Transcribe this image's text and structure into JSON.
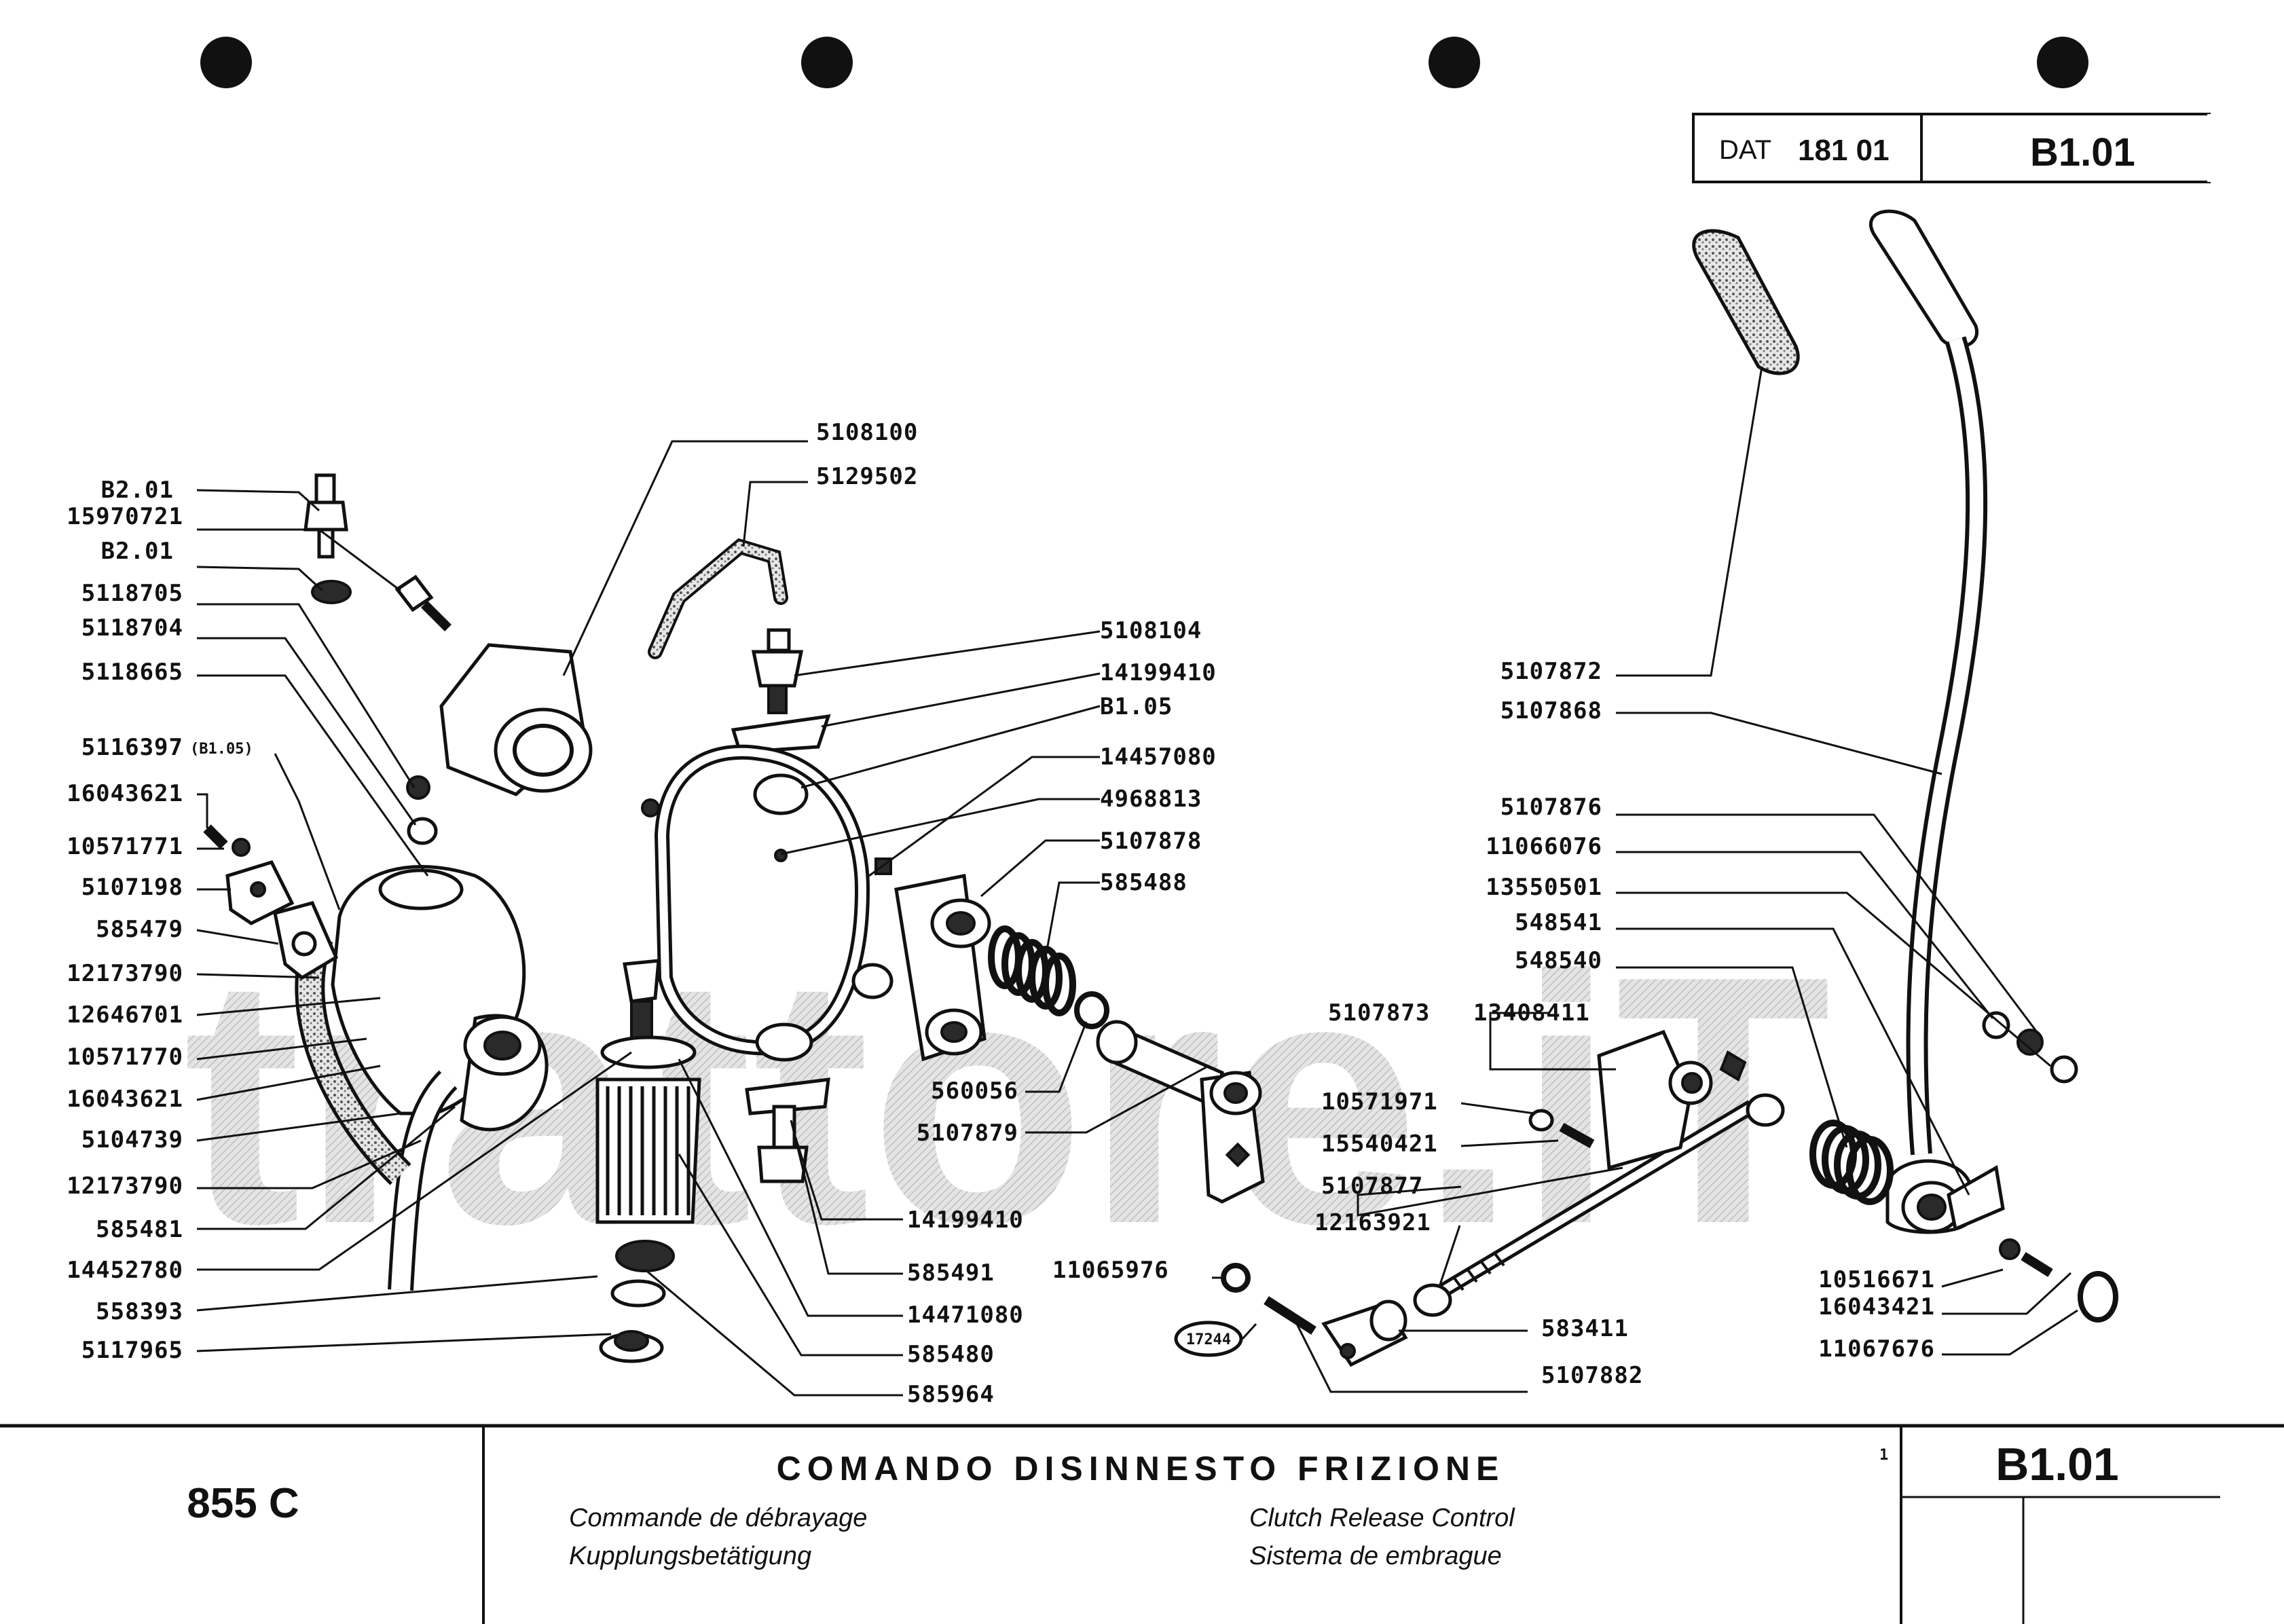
{
  "header": {
    "dat_label": "DAT",
    "dat_number": "181 01",
    "sheet_code": "B1.01"
  },
  "watermark": "trattore.iT",
  "footer": {
    "model": "855 C",
    "title_it": "COMANDO DISINNESTO FRIZIONE",
    "title_fr": "Commande de débrayage",
    "title_en": "Clutch Release Control",
    "title_de": "Kupplungsbetätigung",
    "title_es": "Sistema de embrague",
    "page_marker": "1",
    "sheet_code": "B1.01"
  },
  "callouts": {
    "left": [
      "B2.01",
      "15970721",
      "B2.01",
      "5118705",
      "5118704",
      "5118665",
      "5116397",
      "16043621",
      "10571771",
      "5107198",
      "585479",
      "12173790",
      "12646701",
      "10571770",
      "16043621",
      "5104739",
      "12173790",
      "585481",
      "14452780",
      "558393",
      "5117965"
    ],
    "left_ref": "(B1.05)",
    "top": [
      "5108100",
      "5129502"
    ],
    "center": [
      "5108104",
      "14199410",
      "B1.05",
      "14457080",
      "4968813",
      "5107878",
      "585488",
      "560056",
      "5107879",
      "14199410",
      "585491",
      "14471080",
      "585480",
      "585964"
    ],
    "lower": [
      "11065976",
      "17244",
      "5107873",
      "13408411",
      "10571971",
      "15540421",
      "5107877",
      "12163921",
      "583411",
      "5107882"
    ],
    "right": [
      "5107872",
      "5107868",
      "5107876",
      "11066076",
      "13550501",
      "548541",
      "548540",
      "10516671",
      "16043421",
      "11067676"
    ]
  }
}
